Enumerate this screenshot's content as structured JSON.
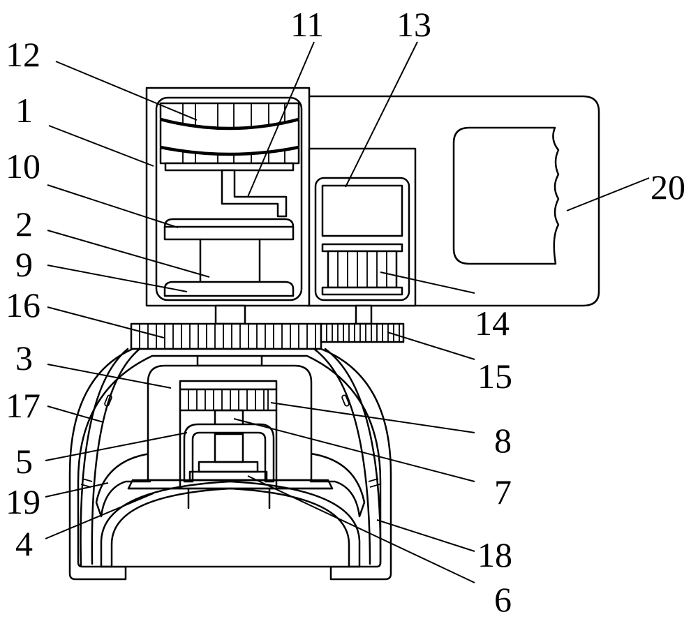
{
  "figure": {
    "callouts": [
      {
        "id": "1",
        "text": "1"
      },
      {
        "id": "2",
        "text": "2"
      },
      {
        "id": "3",
        "text": "3"
      },
      {
        "id": "4",
        "text": "4"
      },
      {
        "id": "5",
        "text": "5"
      },
      {
        "id": "6",
        "text": "6"
      },
      {
        "id": "7",
        "text": "7"
      },
      {
        "id": "8",
        "text": "8"
      },
      {
        "id": "9",
        "text": "9"
      },
      {
        "id": "10",
        "text": "10"
      },
      {
        "id": "11",
        "text": "11"
      },
      {
        "id": "12",
        "text": "12"
      },
      {
        "id": "13",
        "text": "13"
      },
      {
        "id": "14",
        "text": "14"
      },
      {
        "id": "15",
        "text": "15"
      },
      {
        "id": "16",
        "text": "16"
      },
      {
        "id": "17",
        "text": "17"
      },
      {
        "id": "18",
        "text": "18"
      },
      {
        "id": "19",
        "text": "19"
      },
      {
        "id": "20",
        "text": "20"
      }
    ]
  }
}
